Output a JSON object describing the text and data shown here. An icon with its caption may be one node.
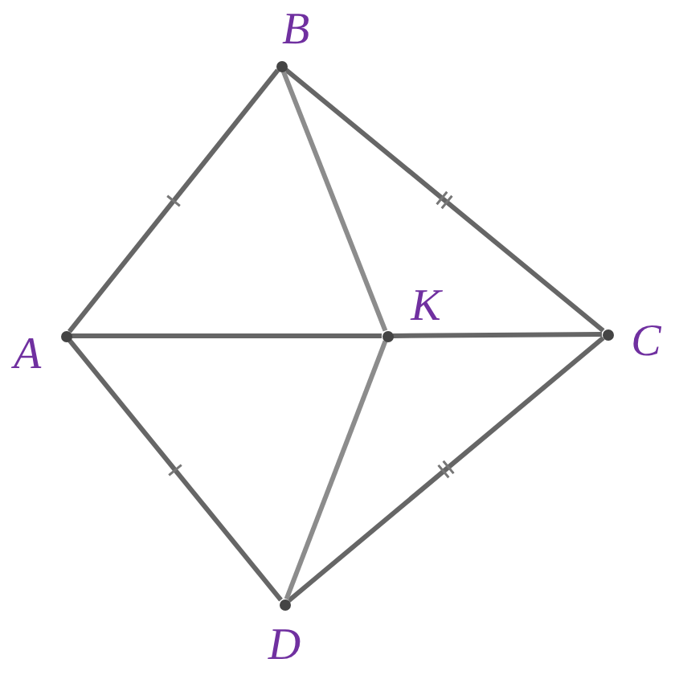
{
  "diagram": {
    "nodes": [
      {
        "text": [],
        "shape": "circle",
        "beside": [
          "A"
        ]
      },
      {
        "text": [],
        "shape": "circle",
        "beside": [
          "B"
        ]
      },
      {
        "text": [],
        "shape": "circle",
        "beside": [
          "C"
        ]
      },
      {
        "text": [],
        "shape": "circle",
        "beside": [
          "D"
        ]
      },
      {
        "text": [],
        "shape": "circle",
        "beside": [
          "K"
        ]
      }
    ],
    "edges": [
      {
        "from": 0,
        "to": 1,
        "arrow": "none"
      },
      {
        "from": 1,
        "to": 2,
        "arrow": "none"
      },
      {
        "from": 2,
        "to": 3,
        "arrow": "none"
      },
      {
        "from": 3,
        "to": 0,
        "arrow": "none"
      },
      {
        "from": 0,
        "to": 4,
        "arrow": "none"
      },
      {
        "from": 4,
        "to": 2,
        "arrow": "none"
      },
      {
        "from": 1,
        "to": 4,
        "arrow": "none",
        "color": "#8c8c8c"
      },
      {
        "from": 4,
        "to": 3,
        "arrow": "none",
        "color": "#8c8c8c"
      }
    ]
  }
}
